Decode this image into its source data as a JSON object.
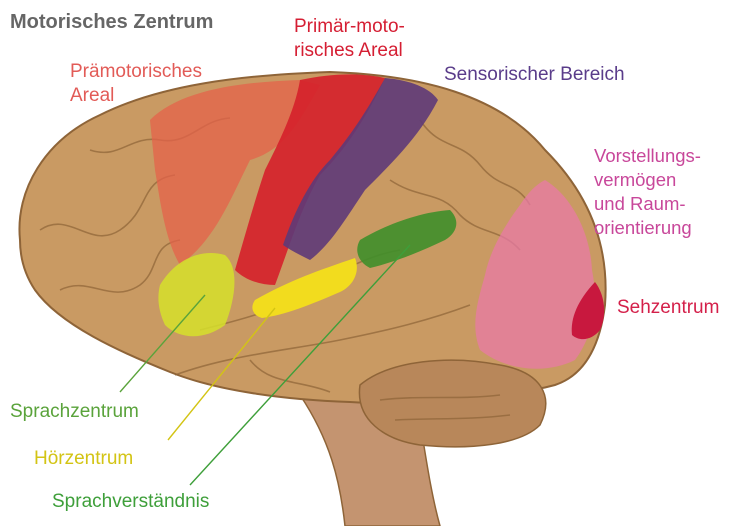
{
  "labels": {
    "motor_center": "Motorisches Zentrum",
    "premotor_area": "Prämotorisches\nAreal",
    "primary_motor_area": "Primär-moto-\nrisches Areal",
    "sensory_area": "Sensorischer Bereich",
    "imagination_spatial": "Vorstellungs-\nvermögen\nund Raum-\norientierung",
    "visual_center": "Sehzentrum",
    "speech_center": "Sprachzentrum",
    "hearing_center": "Hörzentrum",
    "language_comprehension": "Sprachverständnis"
  },
  "colors": {
    "brain": "#c99a63",
    "brain_shadow": "#8e6438",
    "brainstem": "#c49470",
    "motor_center_text": "#666666",
    "premotor": "#e4624a",
    "primary_motor": "#d5202a",
    "sensory": "#5e3a78",
    "imagination": "#e879a6",
    "visual": "#c8183e",
    "speech": "#d6e02a",
    "hearing": "#f2dc1e",
    "comprehension": "#3f8f2a",
    "speech_text": "#5aa33b",
    "hearing_text": "#d3c414",
    "comprehension_text": "#3e9f3a",
    "premotor_text": "#e25b57",
    "primary_motor_text": "#d51e33",
    "sensory_text": "#5a3c8a",
    "imagination_text": "#c8479a",
    "visual_text": "#d4204a"
  }
}
